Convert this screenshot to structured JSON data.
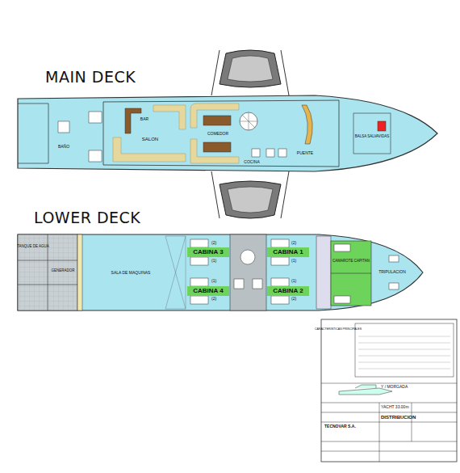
{
  "diagram": {
    "nodes": [
      {
        "text": [
          "BAÑO"
        ]
      },
      {
        "text": [
          "BAR"
        ]
      },
      {
        "text": [
          "SALON"
        ]
      },
      {
        "text": [
          "COMEDOR"
        ]
      },
      {
        "text": [
          "COCINA"
        ]
      },
      {
        "text": [
          "PUENTE"
        ]
      },
      {
        "text": [
          "BALSA SALVAVIDAS"
        ]
      },
      {
        "text": [
          "TANQUE DE AGUA"
        ]
      },
      {
        "text": [
          "GENERADOR"
        ]
      },
      {
        "text": [
          "SALA DE MAQUINAS"
        ]
      },
      {
        "text": [
          "CABINA 3"
        ]
      },
      {
        "text": [
          "CABINA 1"
        ]
      },
      {
        "text": [
          "CABINA 4"
        ]
      },
      {
        "text": [
          "CABINA 2"
        ]
      },
      {
        "text": [
          "CAMAROTE CAPITAN"
        ]
      },
      {
        "text": [
          "TRIPULACION"
        ]
      },
      {
        "text": [
          "CARACTERISTICAS PRINCIPALES"
        ]
      }
    ],
    "labels": [
      "MAIN DECK",
      "LOWER DECK",
      "(2)",
      "(1)",
      "(1)",
      "(2)",
      "(2)",
      "(1)",
      "(1)",
      "(2)",
      "Y / MORGADA",
      "YACHT 33.00m",
      "DISTRIBUCION",
      "TECNOVAR S.A."
    ]
  }
}
